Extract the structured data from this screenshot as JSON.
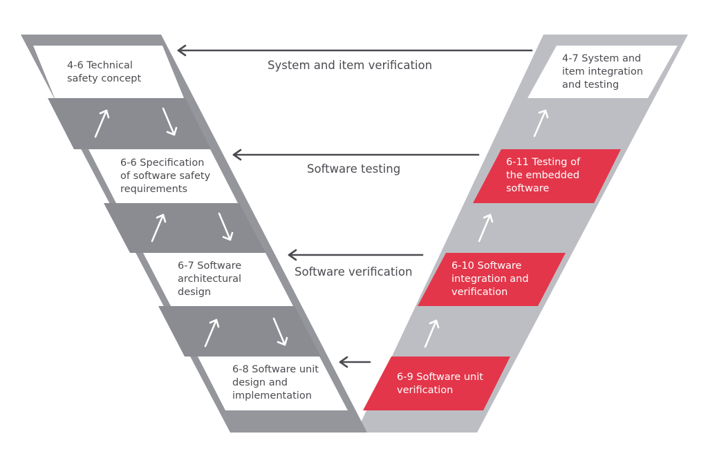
{
  "colors": {
    "left_band": "#94969c",
    "right_band": "#bdbec3",
    "dark_strip": "#8a8c92",
    "white_box": "#ffffff",
    "red_box": "#e3364a",
    "arrow": "#4a4b50",
    "text": "#4a4b50"
  },
  "left_boxes": [
    {
      "lines": [
        "4-6 Technical",
        "safety concept"
      ]
    },
    {
      "lines": [
        "6-6 Specification",
        "of software safety",
        "requirements"
      ]
    },
    {
      "lines": [
        "6-7 Software",
        "architectural",
        "design"
      ]
    },
    {
      "lines": [
        "6-8 Software unit",
        "design and",
        "implementation"
      ]
    }
  ],
  "right_boxes": [
    {
      "lines": [
        "4-7 System and",
        "item integration",
        "and testing"
      ]
    },
    {
      "lines": [
        "6-11 Testing of",
        "the embedded",
        "software"
      ]
    },
    {
      "lines": [
        "6-10 Software",
        "integration and",
        "verification"
      ]
    },
    {
      "lines": [
        "6-9 Software unit",
        "verification"
      ]
    }
  ],
  "arrow_labels": {
    "system": "System and item verification",
    "testing": "Software testing",
    "verification": "Software verification"
  }
}
